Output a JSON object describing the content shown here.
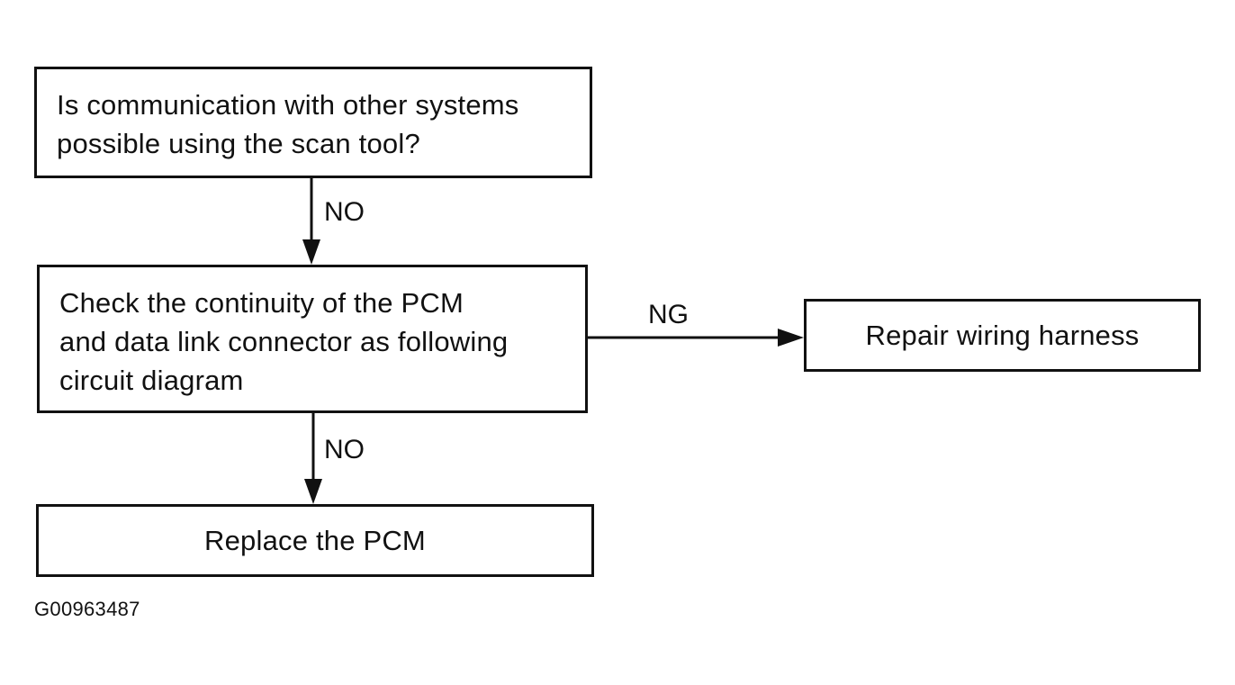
{
  "diagram": {
    "nodes": {
      "question": {
        "text": "Is communication with other systems\npossible using the scan tool?"
      },
      "check": {
        "text": "Check the continuity of the PCM\nand data link connector as following\ncircuit diagram"
      },
      "repair": {
        "text": "Repair wiring harness"
      },
      "replace": {
        "text": "Replace the PCM"
      }
    },
    "edges": [
      {
        "from": "question",
        "to": "check",
        "label": "NO"
      },
      {
        "from": "check",
        "to": "repair",
        "label": "NG"
      },
      {
        "from": "check",
        "to": "replace",
        "label": "NO"
      }
    ],
    "figure_id": "G00963487"
  }
}
